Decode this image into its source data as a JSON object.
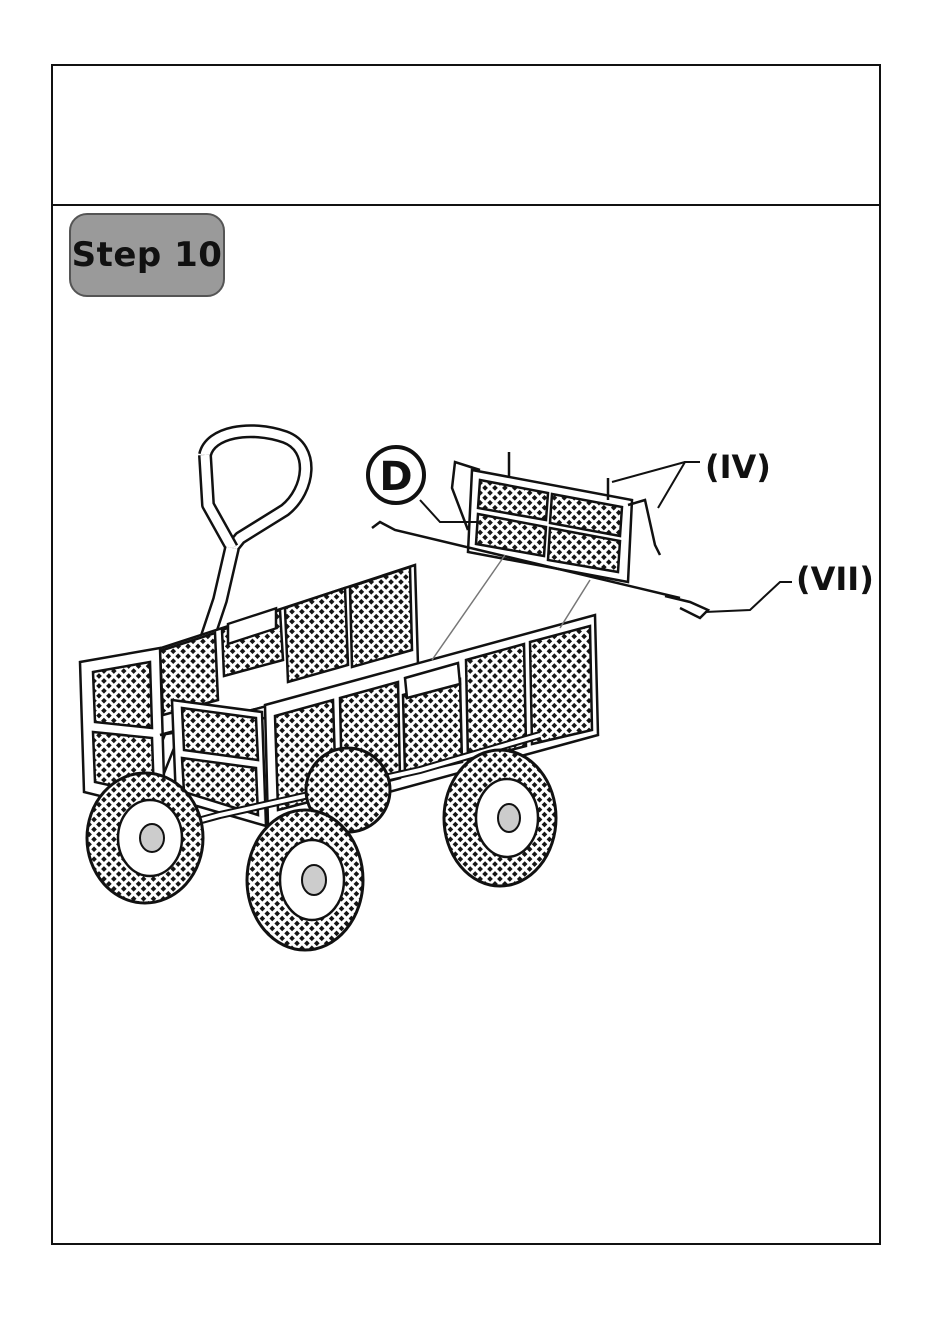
{
  "step": {
    "label": "Step 10"
  },
  "callouts": {
    "panel": "D",
    "pin": "(IV)",
    "rod": "(VII)"
  }
}
